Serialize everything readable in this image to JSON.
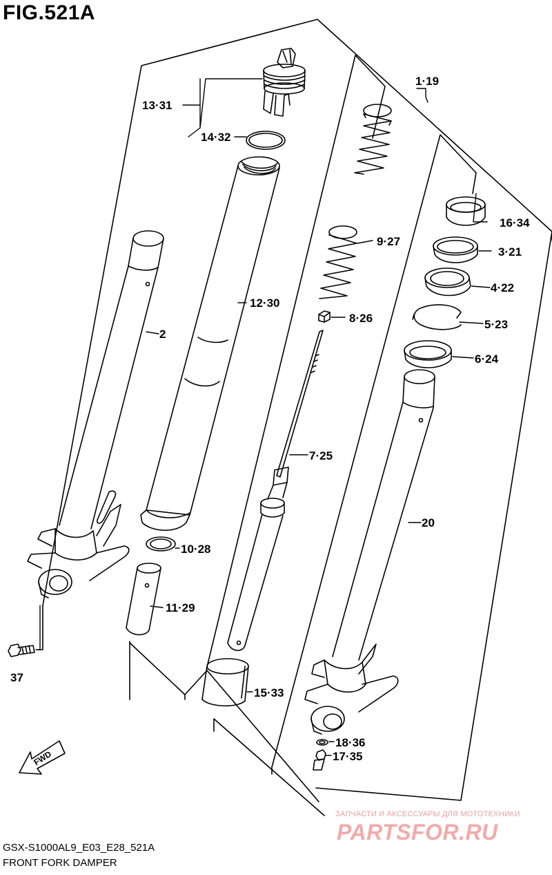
{
  "figure": {
    "title": "FIG.521A",
    "model_code": "GSX-S1000AL9_E03_E28_521A",
    "caption": "FRONT FORK DAMPER"
  },
  "callouts": [
    {
      "id": "c-13-31",
      "label": "13·31"
    },
    {
      "id": "c-14-32",
      "label": "14·32"
    },
    {
      "id": "c-1-19",
      "label": "1·19"
    },
    {
      "id": "c-16-34",
      "label": "16·34"
    },
    {
      "id": "c-9-27",
      "label": "9·27"
    },
    {
      "id": "c-3-21",
      "label": "3·21"
    },
    {
      "id": "c-4-22",
      "label": "4·22"
    },
    {
      "id": "c-12-30",
      "label": "12·30"
    },
    {
      "id": "c-8-26",
      "label": "8·26"
    },
    {
      "id": "c-2",
      "label": "2"
    },
    {
      "id": "c-5-23",
      "label": "5·23"
    },
    {
      "id": "c-6-24",
      "label": "6·24"
    },
    {
      "id": "c-7-25",
      "label": "7·25"
    },
    {
      "id": "c-20",
      "label": "20"
    },
    {
      "id": "c-10-28",
      "label": "10·28"
    },
    {
      "id": "c-11-29",
      "label": "11·29"
    },
    {
      "id": "c-37",
      "label": "37"
    },
    {
      "id": "c-15-33",
      "label": "15·33"
    },
    {
      "id": "c-18-36",
      "label": "18·36"
    },
    {
      "id": "c-17-35",
      "label": "17·35"
    }
  ],
  "fwd_arrow": {
    "label": "FWD",
    "icon": "fwd-arrow-icon"
  },
  "watermark": {
    "small": "ЗАПЧАСТИ И АКСЕССУАРЫ ДЛЯ МОТОТЕХНИКИ",
    "big": "PARTSFOR.RU",
    "color": "#f2aaaa"
  }
}
